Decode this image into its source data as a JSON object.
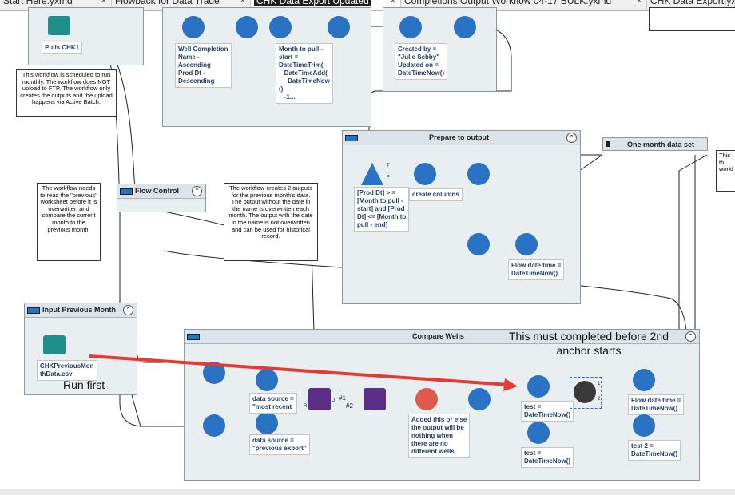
{
  "tabs": [
    {
      "label": "Start Here.yxmd",
      "close": "×"
    },
    {
      "label": "Flowback for Data Trade",
      "close": "×"
    },
    {
      "label": "CHK Data Export Updated",
      "close": "×"
    },
    {
      "label": "Completions Output Workflow 04-17 BULK.yxmd",
      "close": "×"
    },
    {
      "label": "CHK Data Export.yx",
      "close": ""
    }
  ],
  "containers": {
    "flow_control": {
      "title": "Flow Control"
    },
    "prepare_output": {
      "title": "Prepare to output"
    },
    "one_month": {
      "title": "One month data set"
    },
    "input_previous": {
      "title": "Input Previous Month"
    },
    "compare_wells": {
      "title": "Compare Wells"
    }
  },
  "annotations": {
    "pulls": "Pulls CHK1",
    "well_completion": "Well Completion\nName -\nAscending\nProd Dt -\nDescending",
    "month_to_pull": "Month to pull -\nstart =\nDateTimeTrim(\n   DateTimeAdd(\n     DateTimeNow\n(),\n   -1...",
    "created_by": "Created by =\n\"Julie Sebby\"\nUpdated on =\nDateTimeNow()",
    "filter_expr": "[Prod Dt] > =\n[Month to pull -\nstart] and [Prod\nDt] <= [Month to\npull - end]",
    "create_columns": "create columns",
    "flow_date_1": "Flow date time =\nDateTimeNow()",
    "chk_prev": "CHKPreviousMon\nthData.csv",
    "most_recent": "data source =\n\"most recent",
    "prev_export": "data source =\n\"previous export\"",
    "added": "Added this or else\nthe output will be\nnothing when\nthere are no\ndifferent wells",
    "test1": "test =\nDateTimeNow()",
    "test2": "test =\nDateTimeNow()",
    "flow_date_2": "Flow date time =\nDateTimeNow()",
    "test_2": "test 2 =\nDateTimeNow()"
  },
  "notes": {
    "schedule": "This workflow is scheduled to run monthly.  The workflow does NOT upload to FTP.  The workflow only creates the outputs and the upload happens via Active Batch.",
    "read_previous": "The workflow needs to read the \"previous\" worksheet before it is overwritten and compare the current month to the previous month.",
    "creates_outputs": "The workflow creates 2 outputs for the previous month's data.  The output without the date in the name is overwritten each month.  The output with the date in the name is not overwritten and can be used for historical record.",
    "right_partial": "This\nth\nworkf"
  },
  "overlay": {
    "must_complete": "This must completed before 2nd\nanchor starts",
    "run_first": "Run first"
  },
  "anchor_labels": {
    "j": "J",
    "l": "L",
    "r": "R",
    "one": "1",
    "two": "2",
    "h1": "#1",
    "h2": "#2"
  },
  "colors": {
    "accent_blue": "#2a72c4",
    "arrow_red": "#e53935",
    "container_bg": "#e9eef1",
    "anchor_green": "#b9e36a"
  }
}
